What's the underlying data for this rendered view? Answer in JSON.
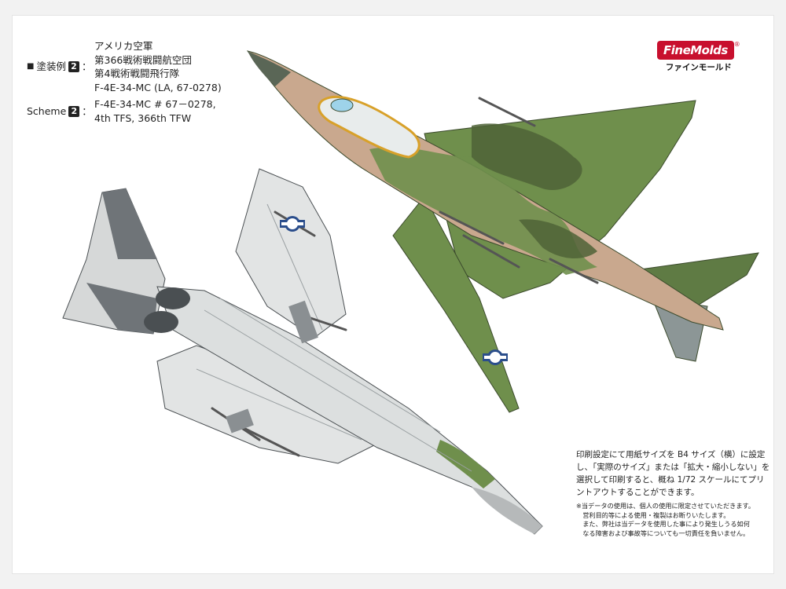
{
  "caption": {
    "jp_label": "塗装例",
    "scheme_number": "2",
    "jp_colon": "：",
    "jp_lines": [
      "アメリカ空軍",
      "第366戦術戦闘航空団",
      "第4戦術戦闘飛行隊",
      "F-4E-34-MC (LA, 67-0278)"
    ],
    "en_label": "Scheme",
    "en_colon": "：",
    "en_lines": [
      "F-4E-34-MC  # 67－0278,",
      "4th TFS, 366th TFW"
    ]
  },
  "logo": {
    "brand": "FineMolds",
    "reg_mark": "®",
    "katakana": "ファインモールド"
  },
  "notes": {
    "print_instructions": "印刷設定にて用紙サイズを B4 サイズ（横）に設定し、「実際のサイズ」または「拡大・縮小しない」を選択して印刷すると、概ね 1/72 スケールにてプリントアウトすることができます。",
    "disclaimer": [
      "※当データの使用は、個人の使用に限定させていただきます。",
      "営利目的等による使用・複製はお断りいたします。",
      "また、弊社は当データを使用した事により発生しうる如何",
      "なる障害および事故等についても一切責任を負いません。"
    ]
  },
  "art": {
    "top_view": {
      "camo_tan": "#c9a88e",
      "camo_green": "#6f8f4c",
      "camo_dark": "#4f6337",
      "canopy_frame": "#d8a12a",
      "nose": "#5a6656"
    },
    "bottom_view": {
      "underside": "#e2e4e4",
      "panel_line": "#9aa0a2",
      "tail_dark": "#6f7478",
      "tail_light": "#d6d8d8"
    },
    "insignia": {
      "blue": "#2b4e8c",
      "white": "#ffffff",
      "red": "#b82626"
    }
  }
}
